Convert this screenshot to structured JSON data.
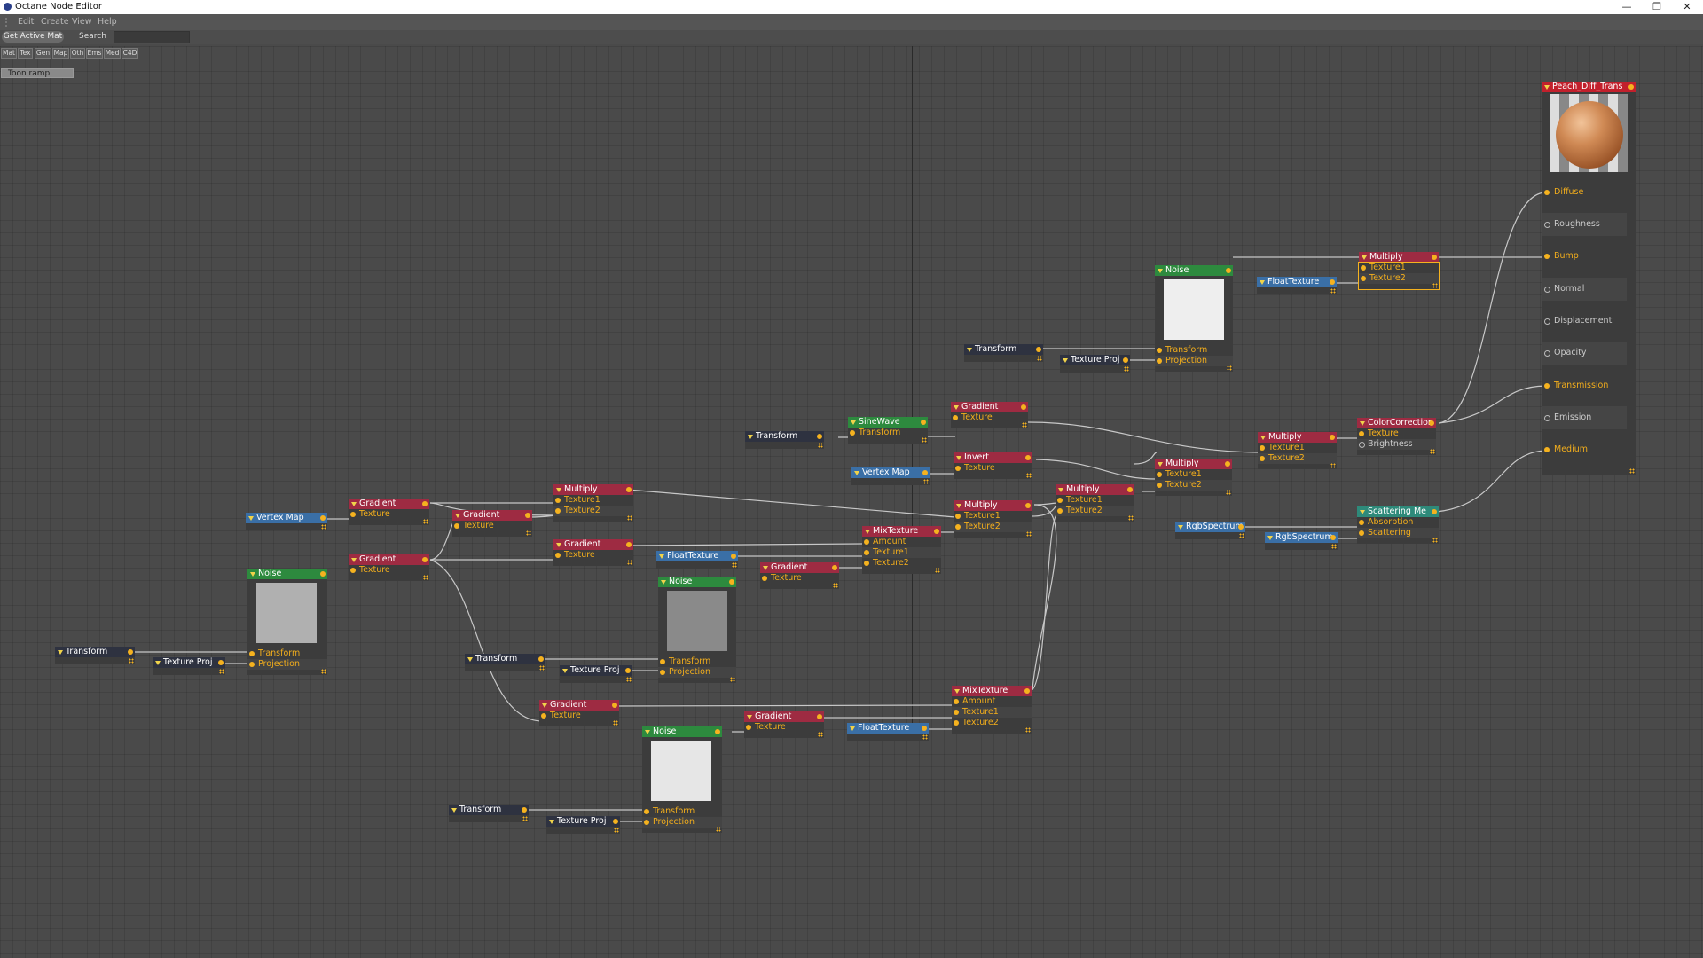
{
  "window": {
    "title": "Octane Node Editor",
    "minimize": "—",
    "restore": "❐",
    "close": "✕"
  },
  "menu": [
    "Edit",
    "Create",
    "View",
    "Help"
  ],
  "toolbar": {
    "get_active_mat": "Get Active Mat",
    "search_label": "Search",
    "search_value": ""
  },
  "categories": [
    "Mat",
    "Tex",
    "Gen",
    "Map",
    "Oth",
    "Ems",
    "Med",
    "C4D"
  ],
  "material_label": "Toon ramp",
  "material": {
    "name": "Peach_Diff_Trans",
    "pins": [
      {
        "label": "Diffuse",
        "active": true
      },
      {
        "label": "Roughness",
        "active": false
      },
      {
        "label": "Bump",
        "active": true
      },
      {
        "label": "Normal",
        "active": false
      },
      {
        "label": "Displacement",
        "active": false
      },
      {
        "label": "Opacity",
        "active": false
      },
      {
        "label": "Transmission",
        "active": true
      },
      {
        "label": "Emission",
        "active": false
      },
      {
        "label": "Medium",
        "active": true
      }
    ]
  },
  "nodes": {
    "noise_top": {
      "title": "Noise",
      "in": [
        "Transform",
        "Projection"
      ]
    },
    "floattex_top": {
      "title": "FloatTexture"
    },
    "multiply_bump": {
      "title": "Multiply",
      "in": [
        "Texture1",
        "Texture2"
      ]
    },
    "transform_top": {
      "title": "Transform"
    },
    "texproj_top": {
      "title": "Texture Proj"
    },
    "gradient_sine": {
      "title": "Gradient",
      "in": [
        "Texture"
      ]
    },
    "sinewave": {
      "title": "SineWave",
      "in": [
        "Transform"
      ]
    },
    "transform_sine": {
      "title": "Transform"
    },
    "colorcorrection": {
      "title": "ColorCorrection",
      "in": [
        "Texture",
        "Brightness"
      ]
    },
    "multiply_cc": {
      "title": "Multiply",
      "in": [
        "Texture1",
        "Texture2"
      ]
    },
    "invert": {
      "title": "Invert",
      "in": [
        "Texture"
      ]
    },
    "vertexmap_mid": {
      "title": "Vertex Map"
    },
    "multiply_inv": {
      "title": "Multiply",
      "in": [
        "Texture1",
        "Texture2"
      ]
    },
    "multiply_mix": {
      "title": "Multiply",
      "in": [
        "Texture1",
        "Texture2"
      ]
    },
    "multiply_right": {
      "title": "Multiply",
      "in": [
        "Texture1",
        "Texture2"
      ]
    },
    "scattering": {
      "title": "Scattering Me",
      "in": [
        "Absorption",
        "Scattering"
      ]
    },
    "rgb1": {
      "title": "RgbSpectrum"
    },
    "rgb2": {
      "title": "RgbSpectrum"
    },
    "mixtex1": {
      "title": "MixTexture",
      "in": [
        "Amount",
        "Texture1",
        "Texture2"
      ]
    },
    "multiply_left": {
      "title": "Multiply",
      "in": [
        "Texture1",
        "Texture2"
      ]
    },
    "gradient_a": {
      "title": "Gradient",
      "in": [
        "Texture"
      ]
    },
    "gradient_b": {
      "title": "Gradient",
      "in": [
        "Texture"
      ]
    },
    "vertexmap_left": {
      "title": "Vertex Map"
    },
    "gradient_c": {
      "title": "Gradient",
      "in": [
        "Texture"
      ]
    },
    "gradient_d": {
      "title": "Gradient",
      "in": [
        "Texture"
      ]
    },
    "floattex_mid": {
      "title": "FloatTexture"
    },
    "gradient_e": {
      "title": "Gradient",
      "in": [
        "Texture"
      ]
    },
    "noise_mid": {
      "title": "Noise",
      "in": [
        "Transform",
        "Projection"
      ]
    },
    "noise_left": {
      "title": "Noise",
      "in": [
        "Transform",
        "Projection"
      ]
    },
    "transform_left": {
      "title": "Transform"
    },
    "texproj_left": {
      "title": "Texture Proj"
    },
    "transform_mid": {
      "title": "Transform"
    },
    "texproj_mid": {
      "title": "Texture Proj"
    },
    "gradient_f": {
      "title": "Gradient",
      "in": [
        "Texture"
      ]
    },
    "mixtex2": {
      "title": "MixTexture",
      "in": [
        "Amount",
        "Texture1",
        "Texture2"
      ]
    },
    "gradient_g": {
      "title": "Gradient",
      "in": [
        "Texture"
      ]
    },
    "floattex_bot": {
      "title": "FloatTexture"
    },
    "noise_bot": {
      "title": "Noise",
      "in": [
        "Transform",
        "Projection"
      ]
    },
    "transform_bot": {
      "title": "Transform"
    },
    "texproj_bot": {
      "title": "Texture Proj"
    }
  }
}
